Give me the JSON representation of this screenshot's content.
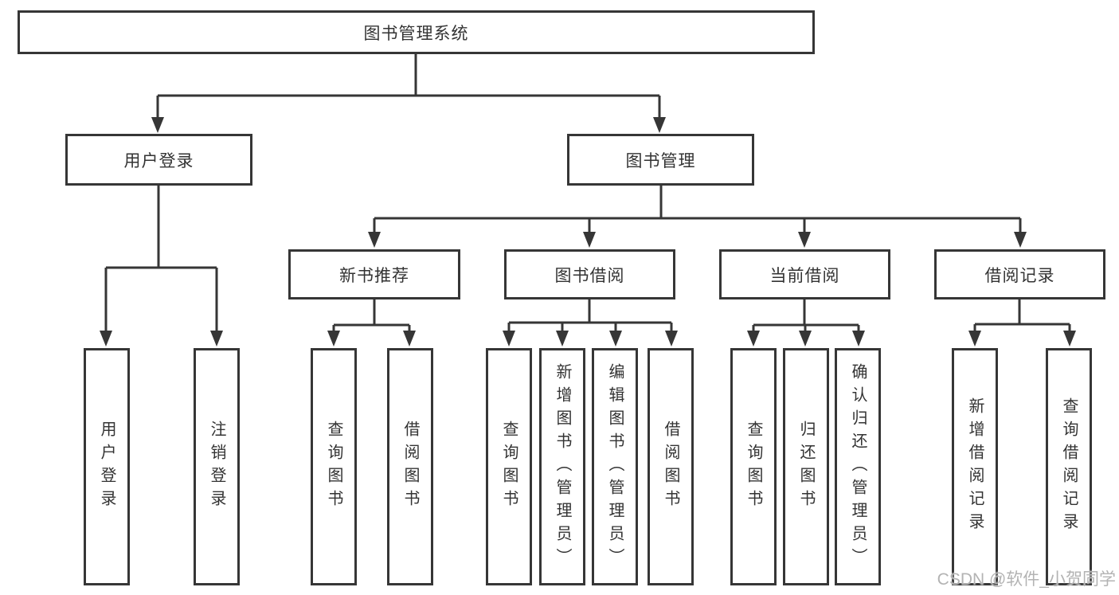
{
  "tree": {
    "label": "图书管理系统",
    "children": [
      {
        "label": "用户登录",
        "children": [
          {
            "label": "用户登录"
          },
          {
            "label": "注销登录"
          }
        ]
      },
      {
        "label": "图书管理",
        "children": [
          {
            "label": "新书推荐",
            "children": [
              {
                "label": "查询图书"
              },
              {
                "label": "借阅图书"
              }
            ]
          },
          {
            "label": "图书借阅",
            "children": [
              {
                "label": "查询图书"
              },
              {
                "label": "新增图书（管理员）"
              },
              {
                "label": "编辑图书（管理员）"
              },
              {
                "label": "借阅图书"
              }
            ]
          },
          {
            "label": "当前借阅",
            "children": [
              {
                "label": "查询图书"
              },
              {
                "label": "归还图书"
              },
              {
                "label": "确认归还（管理员）"
              }
            ]
          },
          {
            "label": "借阅记录",
            "children": [
              {
                "label": "新增借阅记录"
              },
              {
                "label": "查询借阅记录"
              }
            ]
          }
        ]
      }
    ]
  },
  "watermark": {
    "text": "CSDN @软件_小贺同学"
  },
  "style": {
    "line_color": "#363636",
    "node_text_color": "#333333",
    "watermark_color": "#b3b3b3",
    "background": "#ffffff"
  }
}
